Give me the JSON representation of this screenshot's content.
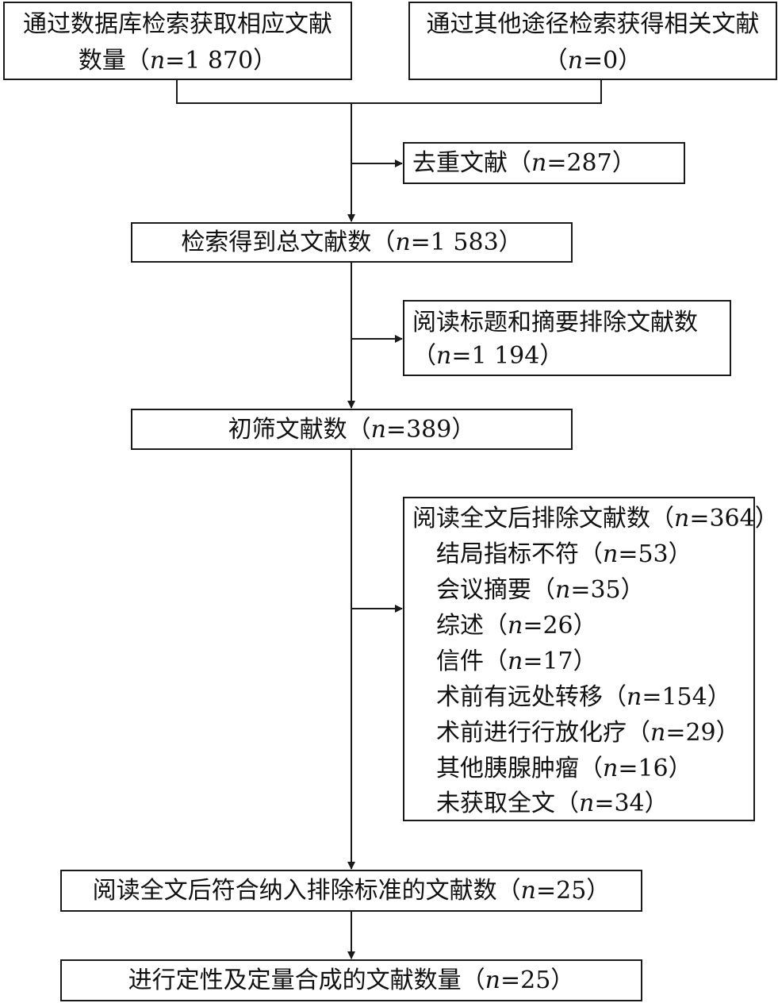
{
  "box_db": {
    "line1": "通过数据库检索获取相应文献",
    "line2_pre": "数量（",
    "n": "n",
    "line2_post": "=1 870）"
  },
  "box_other": {
    "line1": "通过其他途径检索获得相关文献",
    "line2_pre": "（",
    "n": "n",
    "line2_post": "=0）"
  },
  "box_dedup": {
    "pre": "去重文献（",
    "n": "n",
    "post": "=287）"
  },
  "box_total": {
    "pre": "检索得到总文献数（",
    "n": "n",
    "post": "=1 583）"
  },
  "box_title_excl": {
    "line1": "阅读标题和摘要排除文献数",
    "line2_pre": "（",
    "n": "n",
    "line2_post": "=1 194）"
  },
  "box_screen": {
    "pre": "初筛文献数（",
    "n": "n",
    "post": "=389）"
  },
  "box_fulltext_excl": {
    "header_pre": "阅读全文后排除文献数（",
    "n": "n",
    "header_post": "=364）",
    "reasons": [
      {
        "pre": "结局指标不符（",
        "post": "=53）"
      },
      {
        "pre": "会议摘要（",
        "post": "=35）"
      },
      {
        "pre": "综述（",
        "post": "=26）"
      },
      {
        "pre": "信件（",
        "post": "=17）"
      },
      {
        "pre": "术前有远处转移（",
        "post": "=154）"
      },
      {
        "pre": "术前进行行放化疗（",
        "post": "=29）"
      },
      {
        "pre": "其他胰腺肿瘤（",
        "post": "=16）"
      },
      {
        "pre": "未获取全文（",
        "post": "=34）"
      }
    ]
  },
  "box_included": {
    "pre": "阅读全文后符合纳入排除标准的文献数（",
    "n": "n",
    "post": "=25）"
  },
  "box_synthesis": {
    "pre": "进行定性及定量合成的文献数量（",
    "n": "n",
    "post": "=25）"
  }
}
